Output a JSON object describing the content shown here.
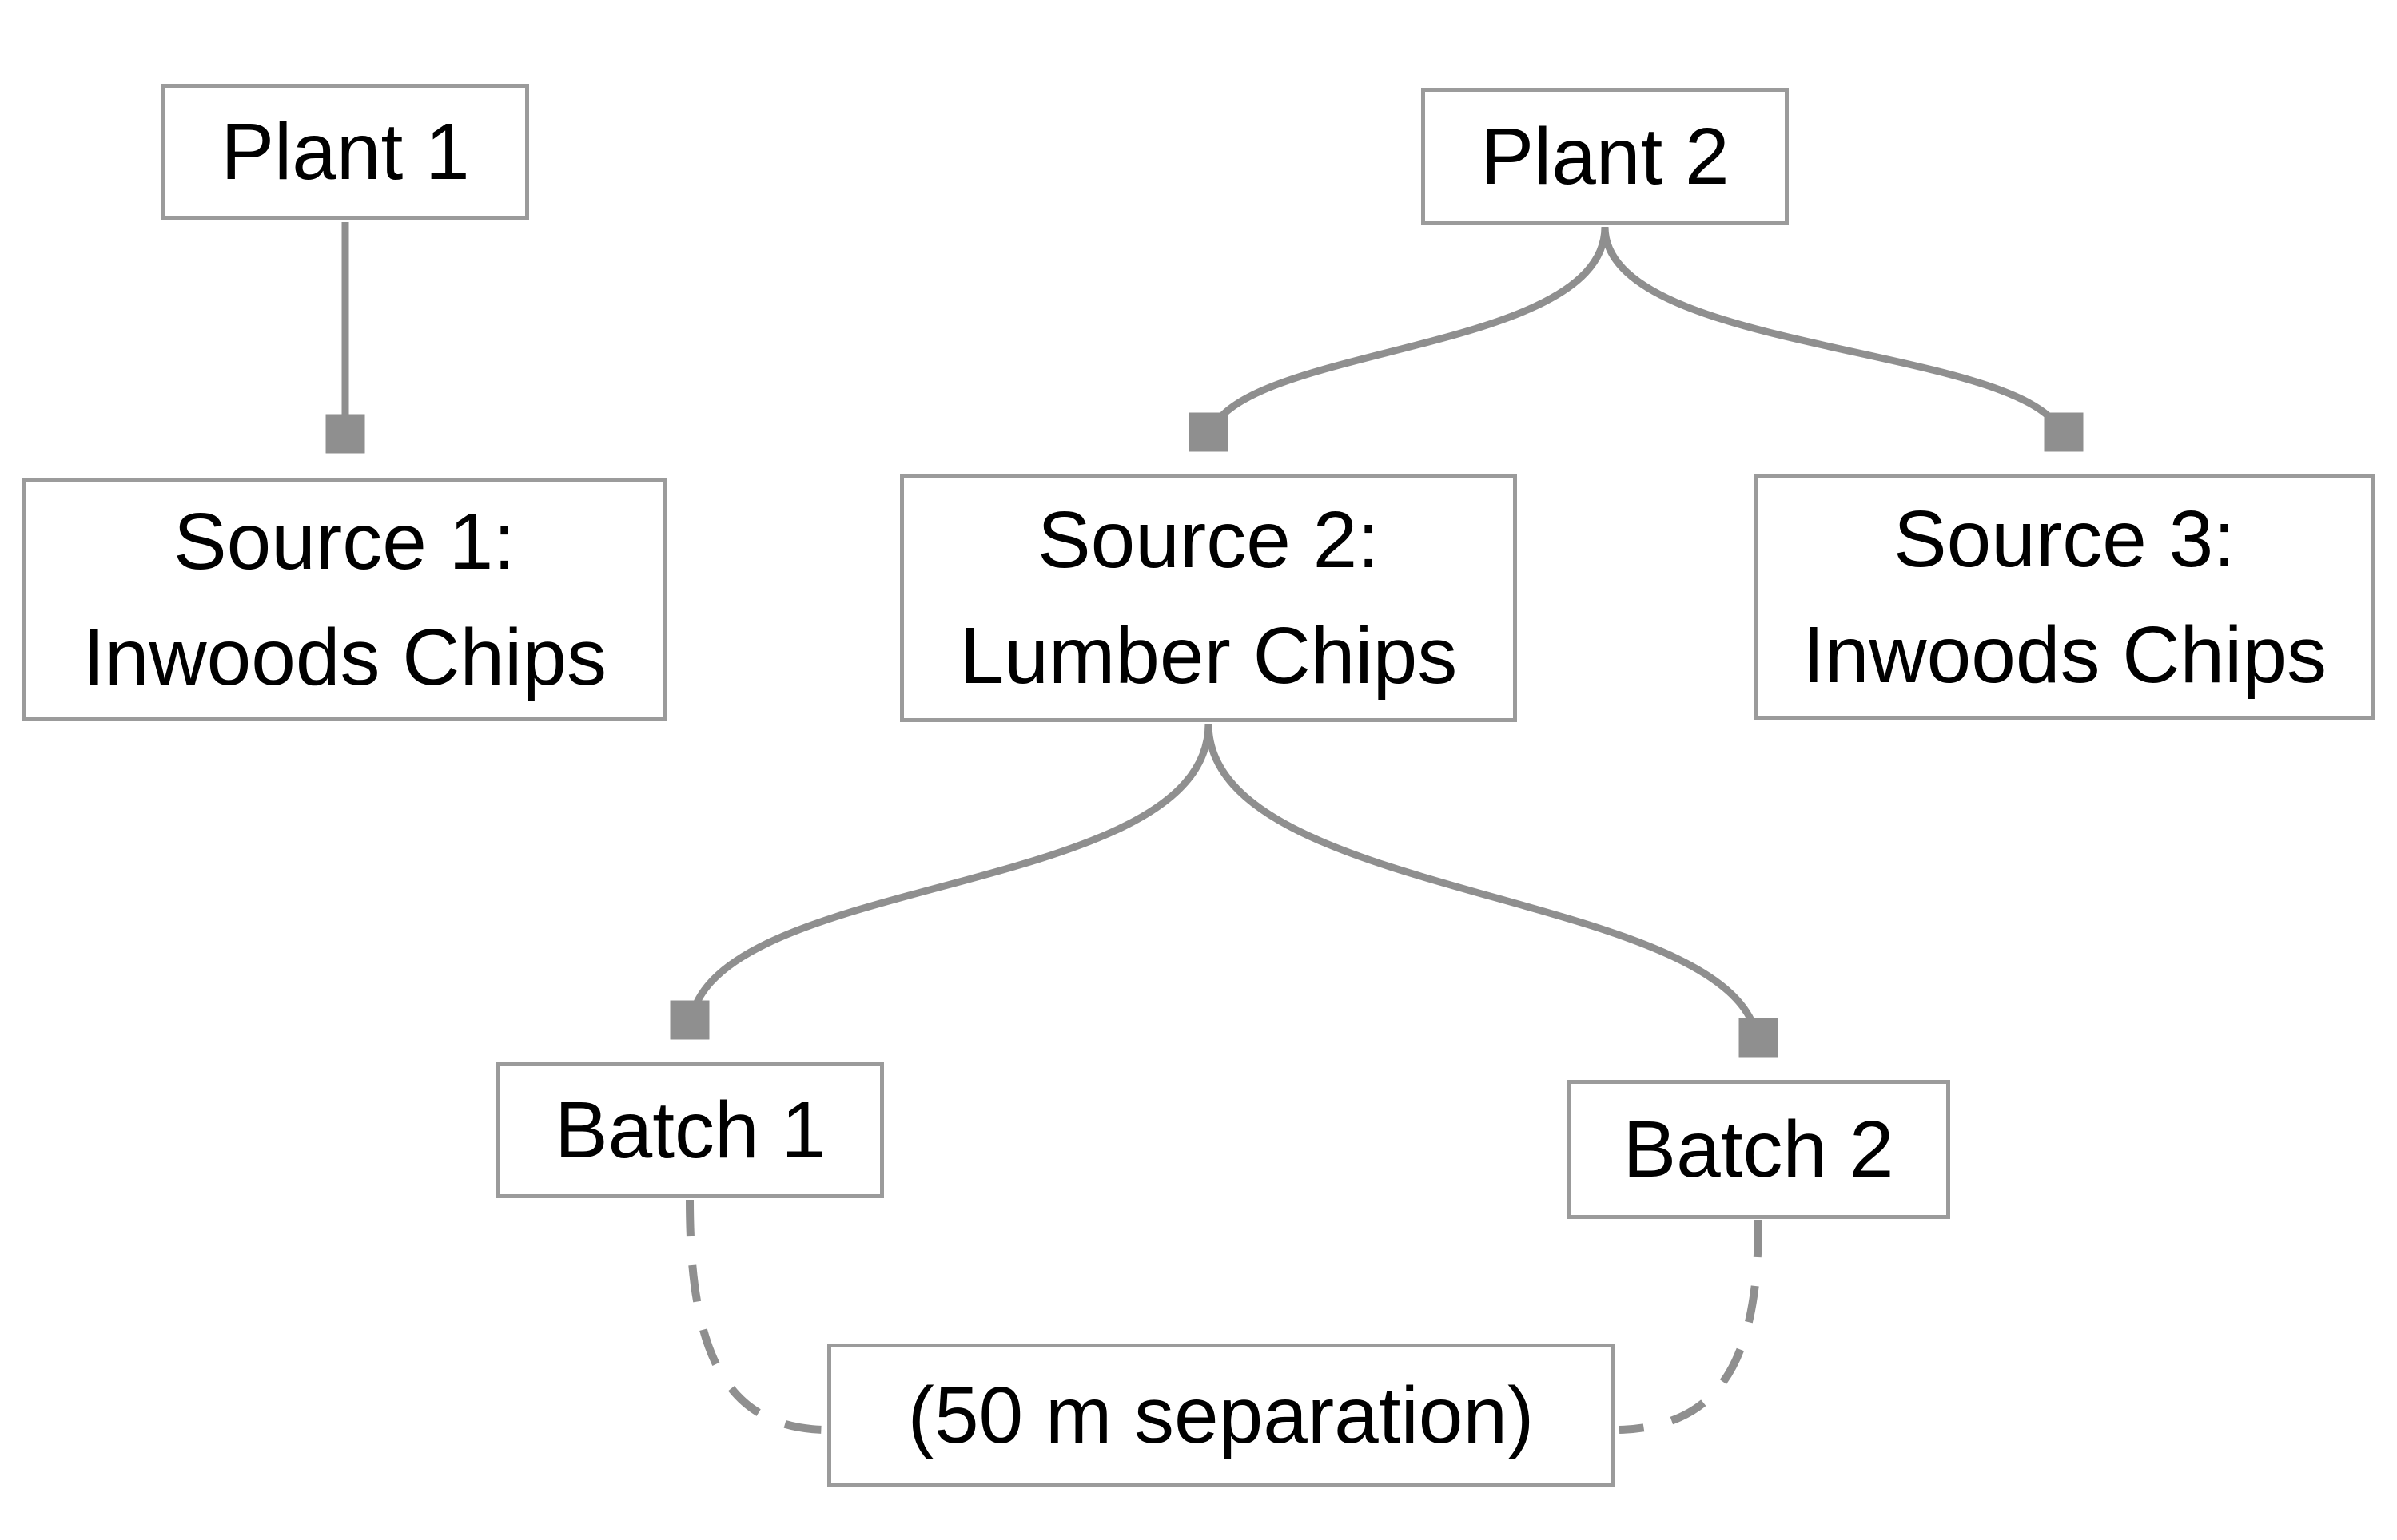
{
  "diagram": {
    "title": "Plant source and batch flow diagram",
    "colors": {
      "background": "#ffffff",
      "box_border": "#9b9b9b",
      "connector": "#8f8f8f",
      "text": "#000000"
    },
    "nodes": [
      {
        "id": "plant-1",
        "label": "Plant 1"
      },
      {
        "id": "plant-2",
        "label": "Plant 2"
      },
      {
        "id": "source-1",
        "label": "Source 1:\nInwoods Chips"
      },
      {
        "id": "source-2",
        "label": "Source 2:\nLumber Chips"
      },
      {
        "id": "source-3",
        "label": "Source 3:\nInwoods Chips"
      },
      {
        "id": "batch-1",
        "label": "Batch 1"
      },
      {
        "id": "batch-2",
        "label": "Batch 2"
      },
      {
        "id": "separation-note",
        "label": "(50 m separation)"
      }
    ],
    "edges": [
      {
        "from": "plant-1",
        "to": "source-1",
        "style": "solid-arrow"
      },
      {
        "from": "plant-2",
        "to": "source-2",
        "style": "solid-arrow"
      },
      {
        "from": "plant-2",
        "to": "source-3",
        "style": "solid-arrow"
      },
      {
        "from": "source-2",
        "to": "batch-1",
        "style": "solid-arrow"
      },
      {
        "from": "source-2",
        "to": "batch-2",
        "style": "solid-arrow"
      },
      {
        "from": "batch-1",
        "to": "separation-note",
        "style": "dashed-line"
      },
      {
        "from": "batch-2",
        "to": "separation-note",
        "style": "dashed-line"
      }
    ]
  }
}
